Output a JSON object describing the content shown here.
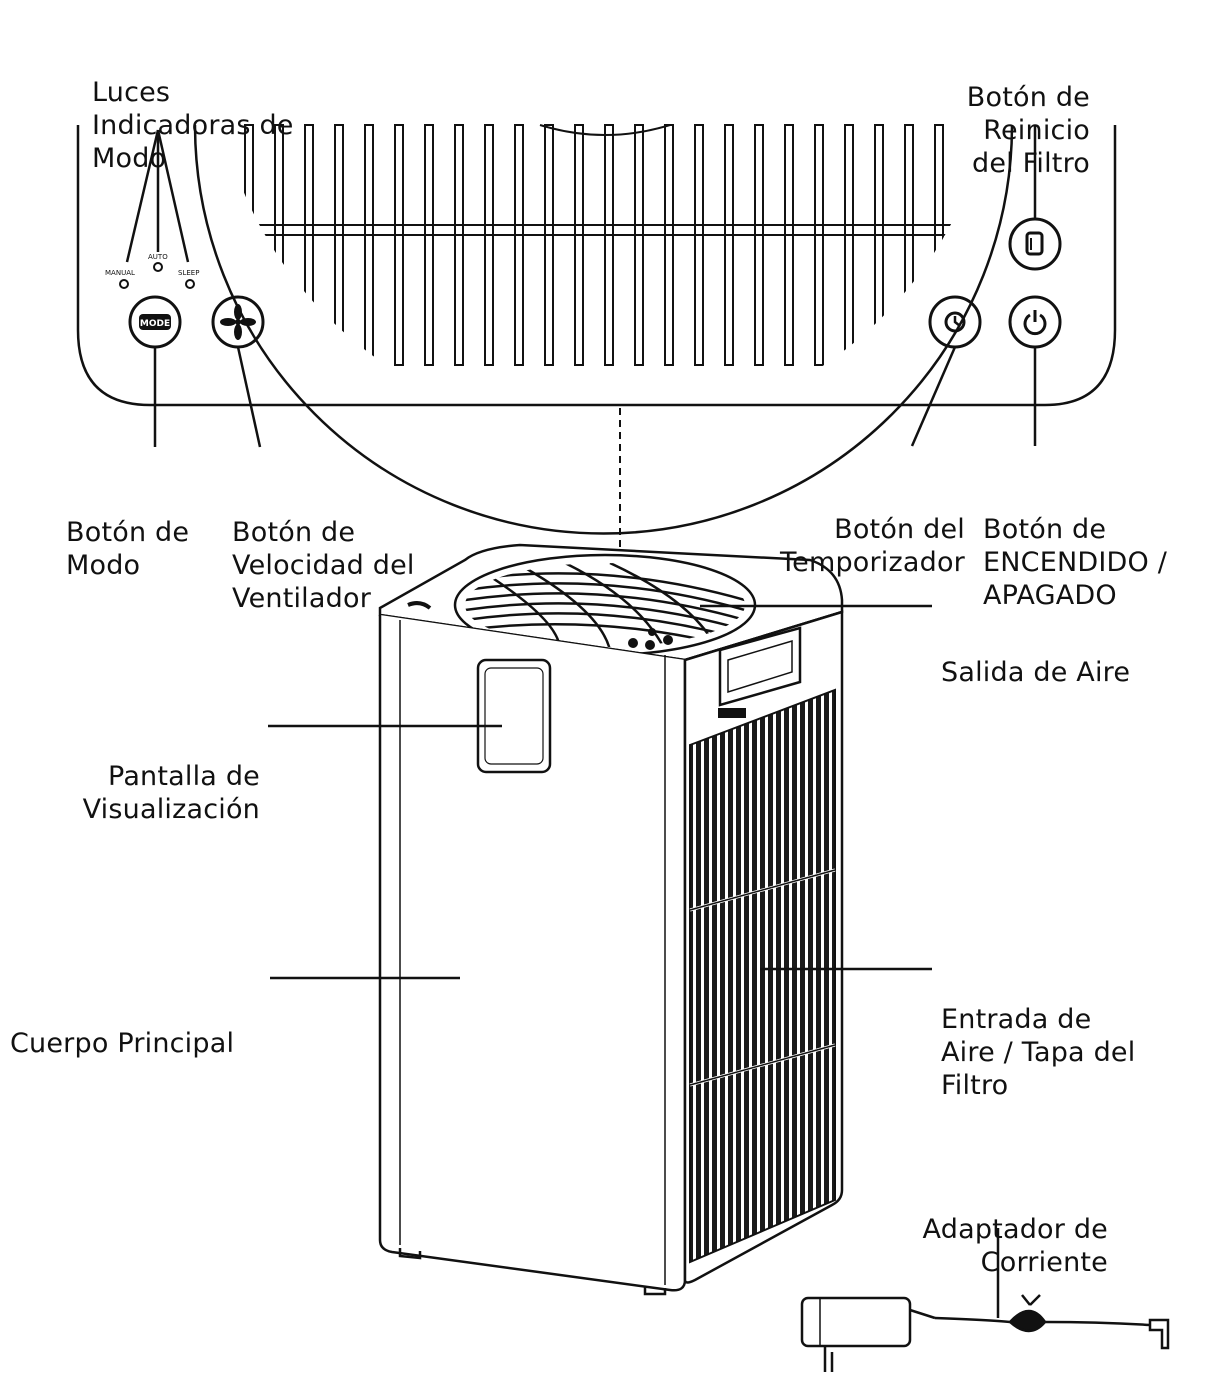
{
  "labels": {
    "mode_lights": [
      "Luces",
      "Indicadoras de",
      "Modo"
    ],
    "filter_reset": [
      "Botón de",
      "Reinicio",
      "del Filtro"
    ],
    "mode_button": [
      "Botón de",
      "Modo"
    ],
    "fan_speed_button": [
      "Botón de",
      "Velocidad del",
      "Ventilador"
    ],
    "timer_button": [
      "Botón del",
      "Temporizador"
    ],
    "power_button": [
      "Botón de",
      "ENCENDIDO /",
      "APAGADO"
    ],
    "air_outlet": "Salida de Aire",
    "display_screen": [
      "Pantalla de",
      "Visualización"
    ],
    "main_body": "Cuerpo Principal",
    "air_inlet": [
      "Entrada de",
      "Aire / Tapa del",
      "Filtro"
    ],
    "power_adapter": [
      "Adaptador de",
      "Corriente"
    ]
  },
  "panel_text": {
    "manual": "MANUAL",
    "auto": "AUTO",
    "sleep": "SLEEP",
    "mode_key": "MODE"
  },
  "colors": {
    "line": "#111111",
    "background": "#ffffff"
  }
}
